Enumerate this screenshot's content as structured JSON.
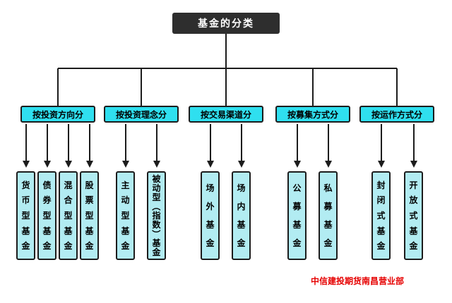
{
  "title": "基金的分类",
  "footer": "中信建投期货南昌营业部",
  "colors": {
    "root_bg": "#2e2e2e",
    "root_text": "#ffffff",
    "category_bg": "#2fdfef",
    "leaf_bg": "#b2ecf2",
    "border": "#1c1c1c",
    "line": "#1c1c1c",
    "footer_text": "#e60000"
  },
  "groups": [
    {
      "label": "按投资方向分",
      "children": [
        "货币型基金",
        "债券型基金",
        "混合型基金",
        "股票型基金"
      ]
    },
    {
      "label": "按投资理念分",
      "children": [
        "主动型基金",
        "被动型（指数）基金"
      ]
    },
    {
      "label": "按交易渠道分",
      "children": [
        "场外基金",
        "场内基金"
      ]
    },
    {
      "label": "按募集方式分",
      "children": [
        "公募基金",
        "私募基金"
      ]
    },
    {
      "label": "按运作方式分",
      "children": [
        "封闭式基金",
        "开放式基金"
      ]
    }
  ]
}
